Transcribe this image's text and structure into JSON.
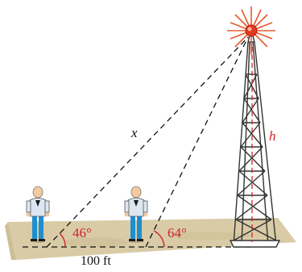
{
  "diagram": {
    "labels": {
      "hypotenuse": "x",
      "height": "h",
      "angle_far": "46°",
      "angle_near": "64°",
      "distance": "100 ft"
    },
    "colors": {
      "red": "#d4232b",
      "black": "#111111",
      "ground": "#d8cba6",
      "ground_dark": "#bfae84",
      "shirt": "#dde6f0",
      "pants": "#1d8fd0",
      "skin": "#f2c9a0",
      "hair": "#8a5a2b"
    }
  }
}
